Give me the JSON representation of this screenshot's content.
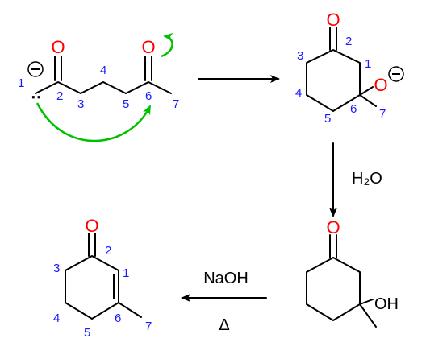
{
  "colors": {
    "bond": "#000000",
    "oxygen": "#ff0000",
    "numbering": "#1a1aff",
    "curved_arrow": "#00c000"
  },
  "molecule_1": {
    "numbers": [
      "1",
      "2",
      "3",
      "4",
      "5",
      "6",
      "7"
    ],
    "oxygen": "O",
    "charge": "−",
    "lone_pair": "‥"
  },
  "molecule_2": {
    "numbers": [
      "2",
      "3",
      "1",
      "4",
      "6",
      "7",
      "5"
    ],
    "oxygen": "O",
    "alkoxide": "O",
    "charge": "−"
  },
  "molecule_3": {
    "oxygen": "O",
    "hydroxyl": "OH"
  },
  "molecule_4": {
    "numbers": [
      "2",
      "3",
      "1",
      "4",
      "6",
      "7",
      "5"
    ],
    "oxygen": "O"
  },
  "reagents": {
    "water": "H₂O",
    "base": "NaOH",
    "heat": "Δ"
  }
}
